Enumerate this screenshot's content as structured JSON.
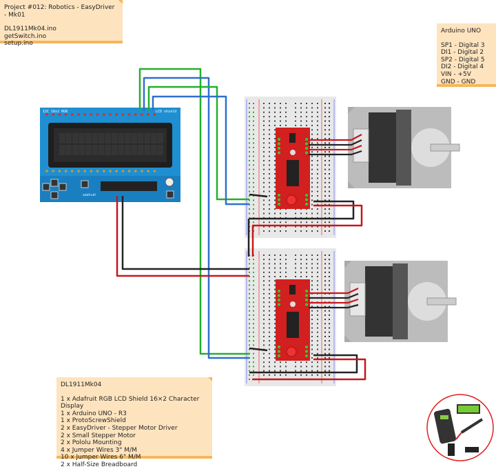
{
  "project_note": {
    "title": "Project #012: Robotics - EasyDriver - Mk01",
    "files": [
      "DL1911Mk04.ino",
      "getSwitch.ino",
      "setup.ino"
    ]
  },
  "pin_note": {
    "title": "Arduino UNO",
    "lines": [
      "SP1 - Digital 3",
      "DI1 - Digital 2",
      "SP2 - Digital 5",
      "DI2 - Digital 4",
      "VIN - +5V",
      "GND - GND"
    ]
  },
  "parts_note": {
    "title": "DL1911Mk04",
    "lines": [
      "1 x Adafruit RGB LCD Shield 16×2 Character Display",
      "1 x Arduino UNO - R3",
      "1 x ProtoScrewShield",
      "2 x EasyDriver - Stepper Motor Driver",
      "2 x Small Stepper Motor",
      "2 x Pololu Mounting",
      "4 x Jumper Wires 3\" M/M",
      "10 x Jumper Wires 6\" M/M",
      "2 x Half-Size Breadboard"
    ]
  },
  "lcd_shield": {
    "label_left": "I2C 16x2 RGB",
    "label_right": "LCD shield",
    "brand": "adafruit!"
  },
  "colors": {
    "note_bg": "#fde4bf",
    "note_border": "#f6b65a",
    "pcb": "#1f8fd1",
    "driver": "#d21f1f",
    "wire_green": "#22b02a",
    "wire_blue": "#2f6fd0",
    "wire_red": "#c8161a",
    "wire_black": "#222222",
    "logo_ring": "#e02020"
  },
  "logo": {
    "icon": "electronics-tools-logo"
  }
}
